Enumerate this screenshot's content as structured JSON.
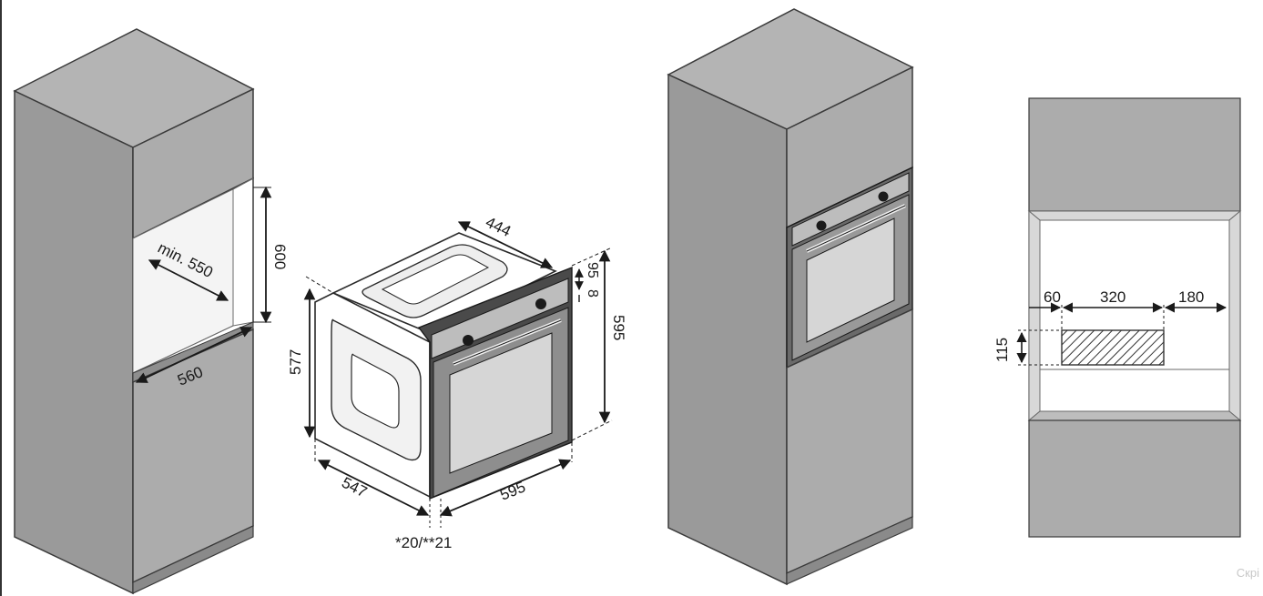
{
  "dimensions": {
    "niche_depth": "min. 550",
    "niche_height": "600",
    "niche_width": "560",
    "oven_top_depth": "444",
    "gap_top": "95",
    "gap_small": "8",
    "oven_height": "595",
    "oven_body_height": "577",
    "oven_depth": "547",
    "oven_width": "595",
    "front_note": "*20/**21",
    "vent_left": "60",
    "vent_width": "320",
    "vent_right": "180",
    "vent_height": "115"
  },
  "watermark": "Скрі"
}
